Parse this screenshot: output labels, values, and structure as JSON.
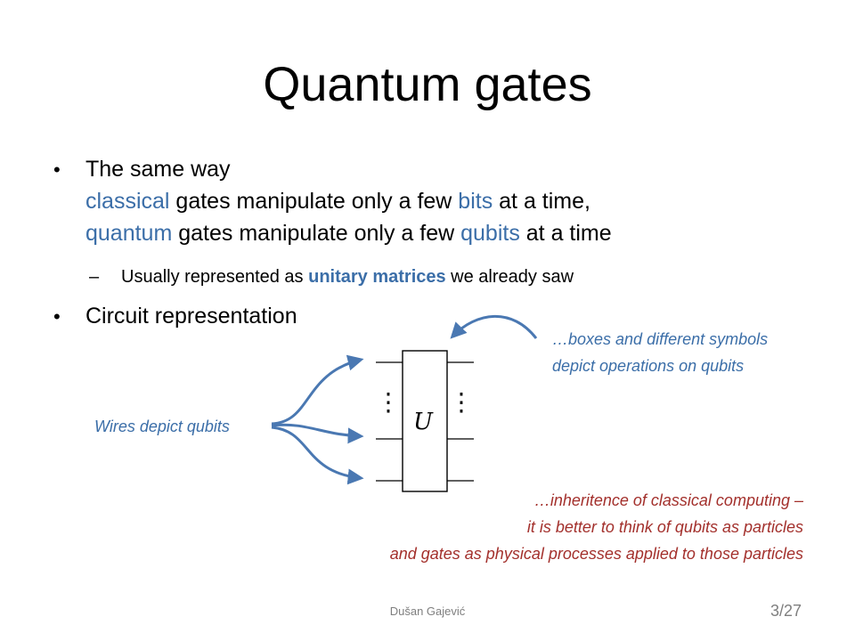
{
  "slide": {
    "title": "Quantum gates",
    "bullets": [
      {
        "lines": [
          {
            "segments": [
              {
                "text": "The same way",
                "color": "black"
              }
            ]
          },
          {
            "segments": [
              {
                "text": "classical",
                "color": "#3b6ea8"
              },
              {
                "text": " gates manipulate only a few ",
                "color": "black"
              },
              {
                "text": "bits",
                "color": "#3b6ea8"
              },
              {
                "text": " at a time,",
                "color": "black"
              }
            ]
          },
          {
            "segments": [
              {
                "text": "quantum",
                "color": "#3b6ea8"
              },
              {
                "text": " gates manipulate only a few ",
                "color": "black"
              },
              {
                "text": "qubits",
                "color": "#3b6ea8"
              },
              {
                "text": " at a time",
                "color": "black"
              }
            ]
          }
        ],
        "sub": {
          "dash": "–",
          "segments": [
            {
              "text": "Usually represented as ",
              "color": "black"
            },
            {
              "text": "unitary matrices",
              "color": "#3b6ea8",
              "bold": true
            },
            {
              "text": " we already saw",
              "color": "black"
            }
          ]
        }
      },
      {
        "lines": [
          {
            "segments": [
              {
                "text": "Circuit representation",
                "color": "black"
              }
            ]
          }
        ]
      }
    ],
    "bullet_symbol": "•",
    "diagram": {
      "gate_label": "U",
      "vertical_dots": "⋮",
      "annotations": {
        "wires": "Wires depict qubits",
        "boxes": [
          "…boxes and different symbols",
          "depict operations on qubits"
        ],
        "inheritance": [
          "…inheritence of classical computing –",
          "it is better to think of qubits as particles",
          "and gates as physical processes applied to those particles"
        ]
      }
    },
    "footer": {
      "author": "Dušan Gajević",
      "page": "3/27"
    },
    "colors": {
      "accent_blue": "#3b6ea8",
      "arrow_blue": "#4a78b2",
      "annotation_red": "#a3302c",
      "footer_gray": "#7f7f7f"
    }
  }
}
